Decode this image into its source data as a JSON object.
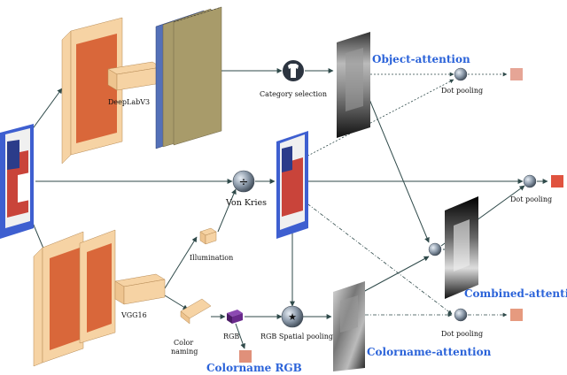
{
  "labels": {
    "deeplab": "DeepLabV3",
    "vgg": "VGG16",
    "category_selection": "Category selection",
    "object_attention": "Object-attention",
    "dot_pooling_top": "Dot pooling",
    "dot_pooling_mid": "Dot pooling",
    "dot_pooling_bottom": "Dot pooling",
    "von_kries": "Von Kries",
    "illumination": "Illumination",
    "color_naming_line1": "Color",
    "color_naming_line2": "naming",
    "rgb_small": "RGB",
    "rgb_spatial_pooling": "RGB Spatial pooling",
    "colorname_rgb": "Colorname RGB",
    "colorname_attention": "Colorname-attention",
    "combined_attention": "Combined-attention"
  },
  "operators": {
    "divide": "÷",
    "star": "★"
  },
  "colors": {
    "accent_blue": "#2b63d9",
    "layer_orange": "#d9673a",
    "layer_peach": "#f6d3a4",
    "feature_olive": "#a89b6a",
    "feature_blue": "#5470b8",
    "node_fill": "#8a98a8",
    "output_red": "#e0533f",
    "output_pink": "#e6a596",
    "purple": "#6a2a8c"
  }
}
